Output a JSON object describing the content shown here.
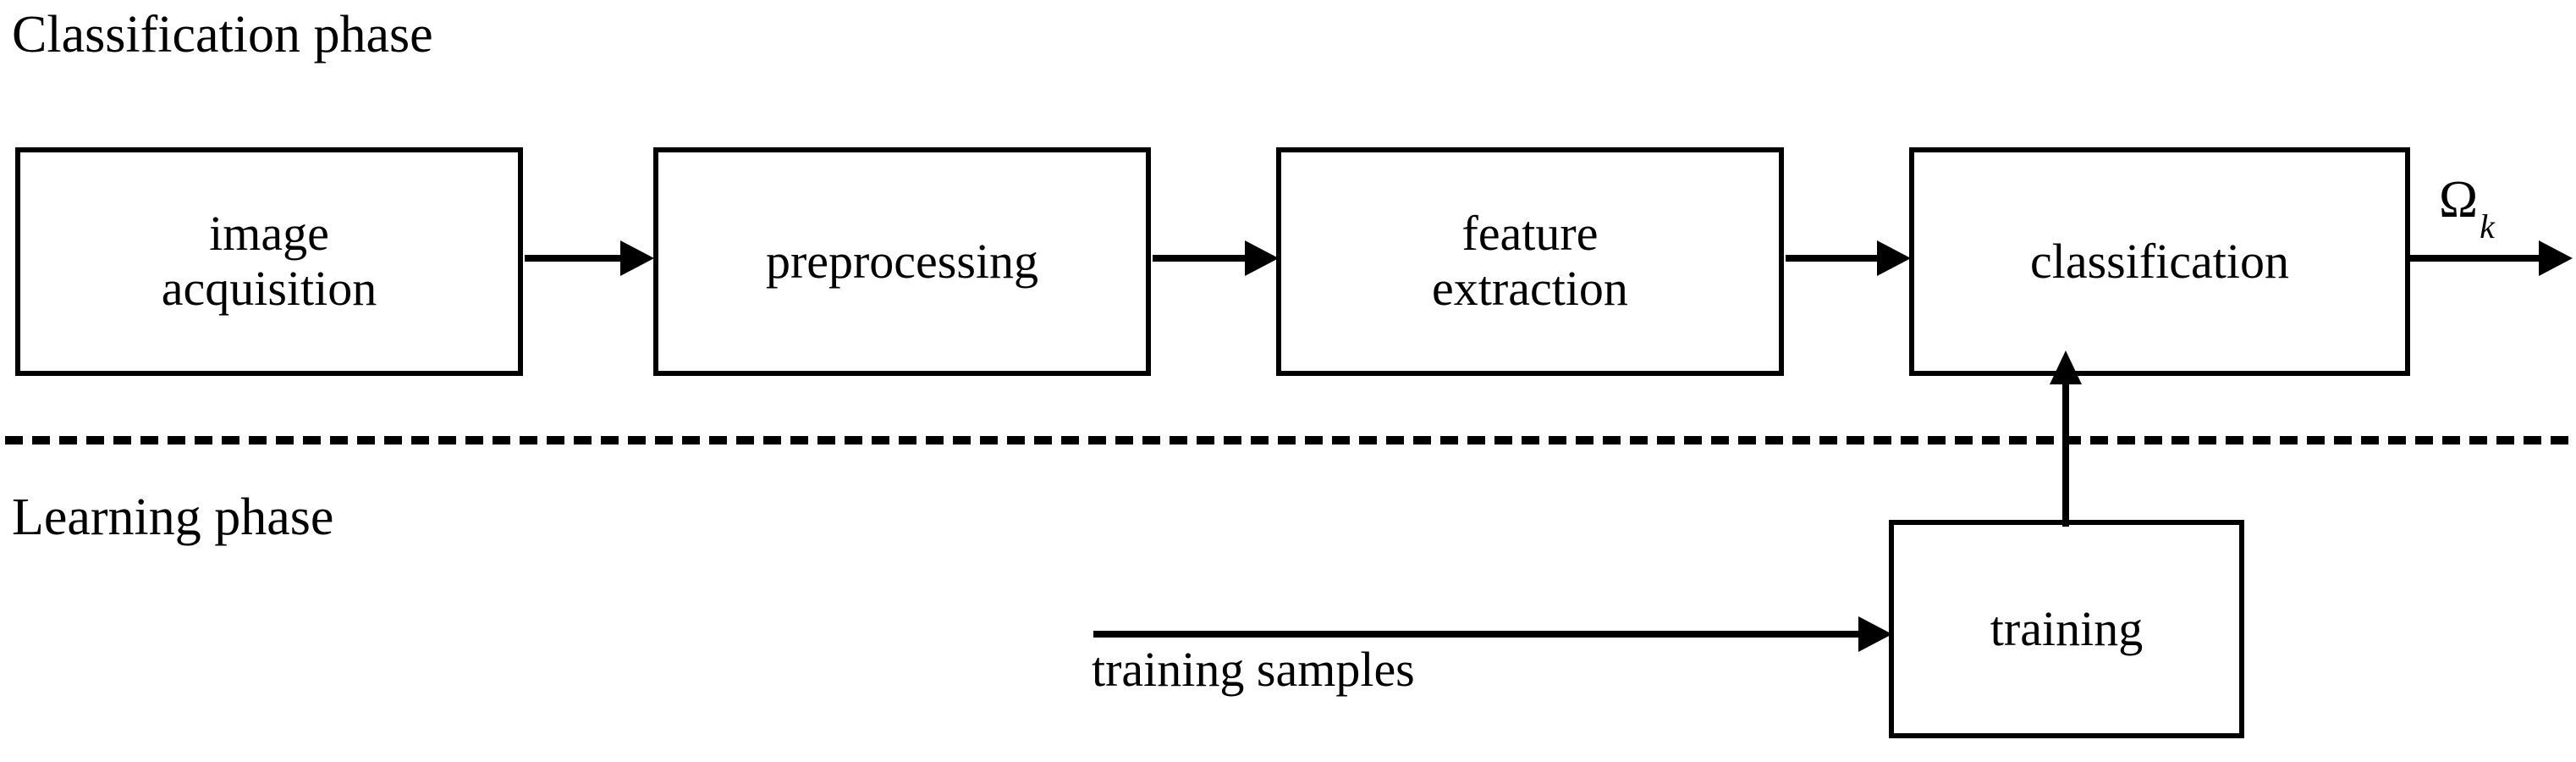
{
  "diagram": {
    "title_top": "Classification phase",
    "title_bottom": "Learning phase",
    "divider": "dashed-horizontal-separator",
    "colors": {
      "stroke": "#000000",
      "background": "#ffffff"
    },
    "classification_phase": {
      "nodes": [
        {
          "id": "image-acquisition",
          "label": "image\nacquisition"
        },
        {
          "id": "preprocessing",
          "label": "preprocessing"
        },
        {
          "id": "feature-extraction",
          "label": "feature\nextraction"
        },
        {
          "id": "classification",
          "label": "classification"
        }
      ],
      "output": {
        "symbol": "Ω",
        "subscript": "k"
      }
    },
    "learning_phase": {
      "nodes": [
        {
          "id": "training",
          "label": "training"
        }
      ],
      "input_caption": "training samples"
    },
    "connectors": [
      {
        "from": "image-acquisition",
        "to": "preprocessing",
        "type": "arrow-right"
      },
      {
        "from": "preprocessing",
        "to": "feature-extraction",
        "type": "arrow-right"
      },
      {
        "from": "feature-extraction",
        "to": "classification",
        "type": "arrow-right"
      },
      {
        "from": "classification",
        "to": "output",
        "type": "arrow-right"
      },
      {
        "from": "training",
        "to": "classification",
        "type": "arrow-up"
      },
      {
        "from": "training-samples",
        "to": "training",
        "type": "arrow-right"
      }
    ]
  }
}
